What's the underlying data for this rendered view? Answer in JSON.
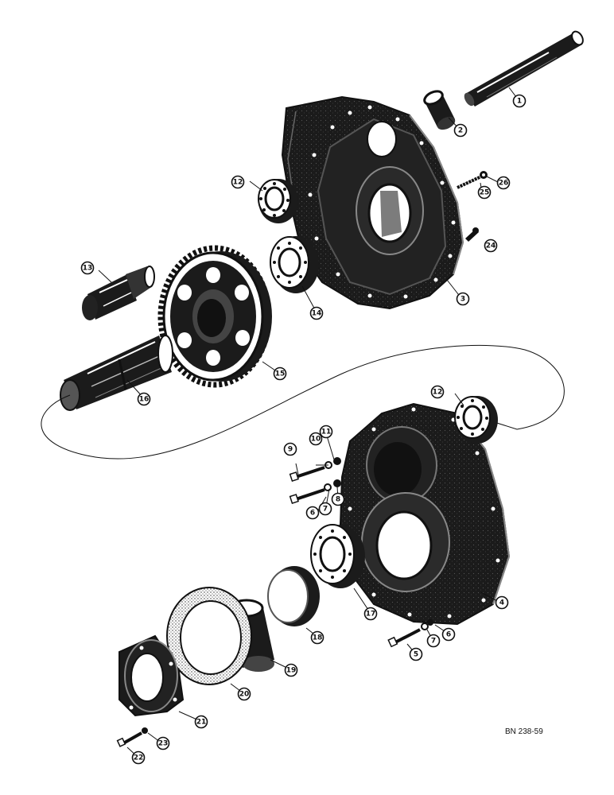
{
  "figure": {
    "reference_code": "BN 238-59",
    "callouts": [
      "1",
      "2",
      "3",
      "4",
      "5",
      "6",
      "7",
      "8",
      "9",
      "10",
      "11",
      "12",
      "13",
      "14",
      "15",
      "16",
      "17",
      "18",
      "19",
      "20",
      "21",
      "22",
      "23",
      "24",
      "25",
      "26"
    ]
  },
  "colors": {
    "ink": "#111111",
    "casting": "#1b1b1b",
    "paper": "#ffffff",
    "highlight": "#8a8a8a"
  }
}
